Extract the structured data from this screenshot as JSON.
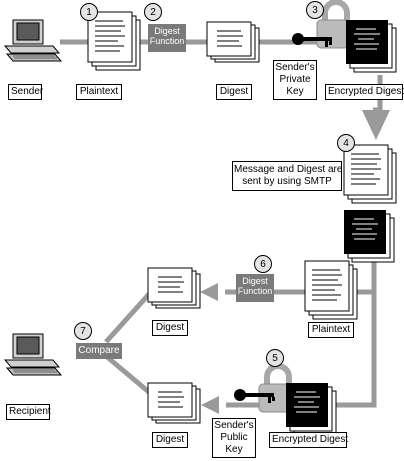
{
  "labels": {
    "sender": "Sender",
    "plaintext_top": "Plaintext",
    "digest_top": "Digest",
    "senders_private_key": [
      "Sender's",
      "Private",
      "Key"
    ],
    "encrypted_digest_top": "Encrypted Digest",
    "smtp_note": [
      "Message and Digest are",
      "sent by using SMTP"
    ],
    "digest_function": [
      "Digest",
      "Function"
    ],
    "plaintext_bottom": "Plaintext",
    "digest_mid": "Digest",
    "compare": "Compare",
    "recipient": "Recipient",
    "digest_bottom": "Digest",
    "senders_public_key": [
      "Sender's",
      "Public",
      "Key"
    ],
    "encrypted_digest_bottom": "Encrypted Digest"
  },
  "steps": [
    "1",
    "2",
    "3",
    "4",
    "5",
    "6",
    "7"
  ],
  "colors": {
    "connector": "#9a9a9a",
    "label_box": "#7a7a7a",
    "encrypted_doc": "#000000",
    "step_circle": "#e4e4e4"
  }
}
